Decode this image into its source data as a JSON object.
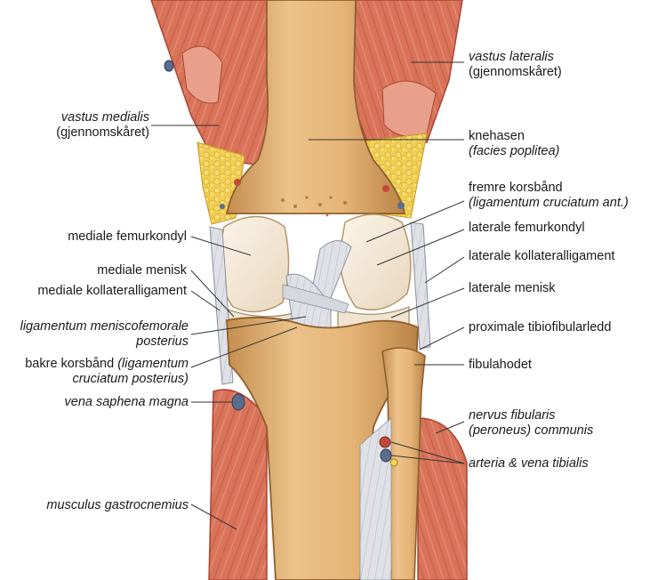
{
  "labels": {
    "vastus_lateralis": {
      "name": "vastus lateralis",
      "note": "(gjennomskåret)"
    },
    "vastus_medialis": {
      "name": "vastus medialis",
      "note": "(gjennomskåret)"
    },
    "knehasen": {
      "name": "knehasen",
      "latin": "(facies poplitea)"
    },
    "fremre_korsband": {
      "name": "fremre korsbånd",
      "latin": "(ligamentum cruciatum ant.)"
    },
    "mediale_femurkondyl": "mediale femurkondyl",
    "laterale_femurkondyl": "laterale femurkondyl",
    "mediale_menisk": "mediale menisk",
    "laterale_kollateralligament": "laterale kollateralligament",
    "mediale_kollateralligament": "mediale kollateralligament",
    "laterale_menisk": "laterale menisk",
    "ligamentum_meniscofemorale": {
      "line1": "ligamentum meniscofemorale",
      "line2": "posterius"
    },
    "proximale_tibiofibularledd": "proximale tibiofibularledd",
    "bakre_korsband": {
      "name": "bakre korsbånd",
      "latin1": "(ligamentum",
      "latin2": "cruciatum posterius)"
    },
    "fibulahodet": "fibulahodet",
    "vena_saphena_magna": "vena saphena magna",
    "nervus_fibularis": {
      "line1": "nervus fibularis",
      "line2": "(peroneus) communis"
    },
    "arteria_vena_tibialis": "arteria & vena tibialis",
    "musculus_gastrocnemius": "musculus gastrocnemius"
  },
  "colors": {
    "background": "#ffffff",
    "muscle": "#d9735a",
    "muscle_dark": "#b8503c",
    "bone": "#e6b477",
    "bone_dark": "#c48d4e",
    "cartilage": "#f3e8d6",
    "ligament": "#dfe1e6",
    "fat": "#f1cf52",
    "vein": "#5b6d8f",
    "leader_line": "#333333"
  }
}
